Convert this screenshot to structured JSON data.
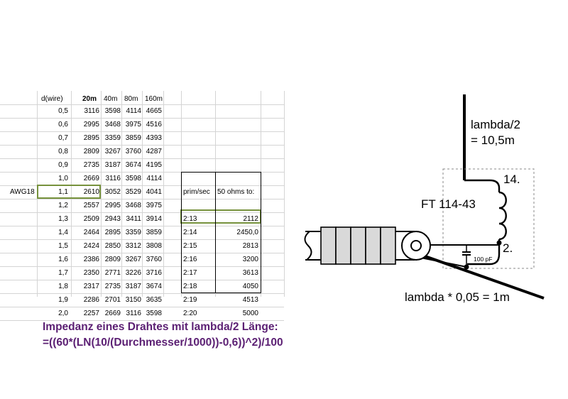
{
  "table": {
    "headers": {
      "wire": "d(wire)",
      "b20": "20m",
      "b40": "40m",
      "b80": "80m",
      "b160": "160m",
      "ratio": "prim/sec",
      "ohms": "50 ohms to:"
    },
    "awg_label": "AWG18",
    "rows": [
      {
        "d": "0,5",
        "v20": "3116",
        "v40": "3598",
        "v80": "4114",
        "v160": "4665",
        "ratio": "",
        "ohms": ""
      },
      {
        "d": "0,6",
        "v20": "2995",
        "v40": "3468",
        "v80": "3975",
        "v160": "4516",
        "ratio": "",
        "ohms": ""
      },
      {
        "d": "0,7",
        "v20": "2895",
        "v40": "3359",
        "v80": "3859",
        "v160": "4393",
        "ratio": "",
        "ohms": ""
      },
      {
        "d": "0,8",
        "v20": "2809",
        "v40": "3267",
        "v80": "3760",
        "v160": "4287",
        "ratio": "",
        "ohms": ""
      },
      {
        "d": "0,9",
        "v20": "2735",
        "v40": "3187",
        "v80": "3674",
        "v160": "4195",
        "ratio": "",
        "ohms": ""
      },
      {
        "d": "1,0",
        "v20": "2669",
        "v40": "3116",
        "v80": "3598",
        "v160": "4114",
        "ratio": "",
        "ohms": ""
      },
      {
        "d": "1,1",
        "v20": "2610",
        "v40": "3052",
        "v80": "3529",
        "v160": "4041",
        "ratio": "prim/sec",
        "ohms": "50 ohms to:"
      },
      {
        "d": "1,2",
        "v20": "2557",
        "v40": "2995",
        "v80": "3468",
        "v160": "3975",
        "ratio": "",
        "ohms": ""
      },
      {
        "d": "1,3",
        "v20": "2509",
        "v40": "2943",
        "v80": "3411",
        "v160": "3914",
        "ratio": "2:13",
        "ohms": "2112"
      },
      {
        "d": "1,4",
        "v20": "2464",
        "v40": "2895",
        "v80": "3359",
        "v160": "3859",
        "ratio": "2:14",
        "ohms": "2450,0"
      },
      {
        "d": "1,5",
        "v20": "2424",
        "v40": "2850",
        "v80": "3312",
        "v160": "3808",
        "ratio": "2:15",
        "ohms": "2813"
      },
      {
        "d": "1,6",
        "v20": "2386",
        "v40": "2809",
        "v80": "3267",
        "v160": "3760",
        "ratio": "2:16",
        "ohms": "3200"
      },
      {
        "d": "1,7",
        "v20": "2350",
        "v40": "2771",
        "v80": "3226",
        "v160": "3716",
        "ratio": "2:17",
        "ohms": "3613"
      },
      {
        "d": "1,8",
        "v20": "2317",
        "v40": "2735",
        "v80": "3187",
        "v160": "3674",
        "ratio": "2:18",
        "ohms": "4050"
      },
      {
        "d": "1,9",
        "v20": "2286",
        "v40": "2701",
        "v80": "3150",
        "v160": "3635",
        "ratio": "2:19",
        "ohms": "4513"
      },
      {
        "d": "2,0",
        "v20": "2257",
        "v40": "2669",
        "v80": "3116",
        "v160": "3598",
        "ratio": "2:20",
        "ohms": "5000"
      }
    ]
  },
  "formula": {
    "line1": "Impedanz eines Drahtes mit lambda/2 Länge:",
    "line2": "=((60*(LN(10/(Durchmesser/1000))-0,6))^2)/100"
  },
  "diagram": {
    "label_lambda_half_1": "lambda/2",
    "label_lambda_half_2": "= 10,5m",
    "label_14": "14.",
    "label_ft": "FT 114-43",
    "label_2": "2.",
    "label_cap": "100 pF",
    "label_counterpoise": "lambda * 0,05 = 1m"
  },
  "colors": {
    "formula_text": "#5b1f73",
    "highlight_border": "#76923c",
    "gridline": "#d4d4d4",
    "choke_bead": "#d9d9d9"
  }
}
